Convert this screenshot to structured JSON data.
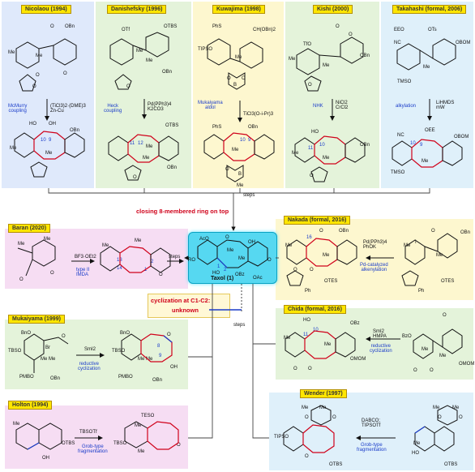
{
  "top_panels": [
    {
      "author": "Nicolaou (1994)",
      "reagent": "(TiCl3)2·(DME)3\nZn-Cu",
      "method": "McMurry\ncoupling",
      "top_labels": [
        "OBn",
        "O",
        "Me",
        "Me",
        "O",
        "O",
        "O"
      ],
      "bot_labels": [
        "HO",
        "OH",
        "OBn",
        "10",
        "9",
        "Me",
        "Me"
      ]
    },
    {
      "author": "Danishefsky (1996)",
      "reagent": "Pd(PPh3)4\nK2CO3",
      "method": "Heck\ncoupling",
      "top_labels": [
        "OTf",
        "OTBS",
        "Me",
        "Me",
        "OBn",
        "O"
      ],
      "bot_labels": [
        "OTBS",
        "11",
        "12",
        "Me",
        "Me",
        "OBn",
        "O"
      ]
    },
    {
      "author": "Kuwajima (1998)",
      "reagent": "TiCl3(O-i-Pr)3",
      "method": "Mukaiyama\naldol",
      "top_labels": [
        "PhS",
        "CH(OBn)2",
        "TIPSO",
        "Me",
        "O",
        "B",
        "O"
      ],
      "bot_labels": [
        "PhS",
        "OBn",
        "10",
        "9",
        "Me",
        "O",
        "B",
        "Me"
      ]
    },
    {
      "author": "Kishi (2000)",
      "reagent": "NiCl2\nCrCl2",
      "method": "NHK",
      "top_labels": [
        "TfO",
        "O",
        "Me",
        "Me",
        "O",
        "OBn",
        "O"
      ],
      "bot_labels": [
        "HO",
        "OBn",
        "11",
        "10",
        "Me",
        "Me",
        "O"
      ]
    },
    {
      "author": "Takahashi (formal, 2006)",
      "reagent": "LiHMDS\nmW",
      "method": "alkylation",
      "top_labels": [
        "EEO",
        "OTs",
        "OBOM",
        "NC",
        "Me",
        "TMSO"
      ],
      "bot_labels": [
        "NC",
        "OEE",
        "OBOM",
        "10",
        "9",
        "Me",
        "TMSO"
      ]
    }
  ],
  "center": {
    "closing_text": "closing 8-membered ring on top",
    "steps": "steps",
    "taxol_label": "Taxol (1)",
    "taxol_atoms": [
      "AcO",
      "O",
      "OH",
      "Me",
      "Me",
      "RO",
      "HO",
      "OBz",
      "OAc",
      "O",
      "1",
      "2"
    ],
    "question_title": "cyclization at C1-C2:",
    "question_sub": "unknown"
  },
  "left_panels": [
    {
      "author": "Baran (2020)",
      "reagent": "BF3·OEt2",
      "method": "type II\nIMDA",
      "labels": [
        "Me",
        "Me",
        "O",
        "Me",
        "Me",
        "O",
        "O",
        "13",
        "14",
        "1",
        "2"
      ],
      "steps": "steps"
    },
    {
      "author": "Mukaiyama (1999)",
      "reagent": "SmI2",
      "method": "reductive\ncyclization",
      "labels": [
        "BnO",
        "TBSO",
        "Br",
        "Me",
        "Me",
        "O",
        "PMBO",
        "OBn",
        "BnO",
        "O",
        "TBSO",
        "Me",
        "Me",
        "PMBO",
        "OH",
        "OBn",
        "8",
        "9"
      ]
    },
    {
      "author": "Holton (1994)",
      "reagent": "TBSOTf",
      "method": "Grob-type\nfragmentation",
      "labels": [
        "Me",
        "OTBS",
        "OH",
        "TESO",
        "Me",
        "TBSO",
        "Me",
        "O"
      ]
    }
  ],
  "right_panels": [
    {
      "author": "Nakada (formal, 2016)",
      "reagent": "Pd(PPh3)4\nPhOK",
      "method": "Pd-catalyzed\nalkenylation",
      "labels": [
        "16",
        "O",
        "OBn",
        "Me",
        "Me",
        "O",
        "O",
        "OTES",
        "Ph",
        "I",
        "O",
        "OBn",
        "Me",
        "Me",
        "OTES",
        "Ph"
      ]
    },
    {
      "author": "Chida (formal, 2016)",
      "reagent": "SmI2\nHMPA",
      "method": "reductive\ncyclization",
      "labels": [
        "HO",
        "OBz",
        "OMOM",
        "11",
        "10",
        "Me",
        "Me",
        "O",
        "O",
        "BzO",
        "O",
        "OMOM",
        "Me",
        "Me",
        "O",
        "O"
      ]
    },
    {
      "author": "Wender (1997)",
      "reagent": "DABCO;\nTIPSOTf",
      "method": "Grob-type\nfragmentation",
      "labels": [
        "Me",
        "Me",
        "O",
        "O",
        "TIPSO",
        "O",
        "OTBS",
        "Me",
        "Me",
        "O",
        "O",
        "HO",
        "OTBS",
        "Me"
      ]
    }
  ]
}
